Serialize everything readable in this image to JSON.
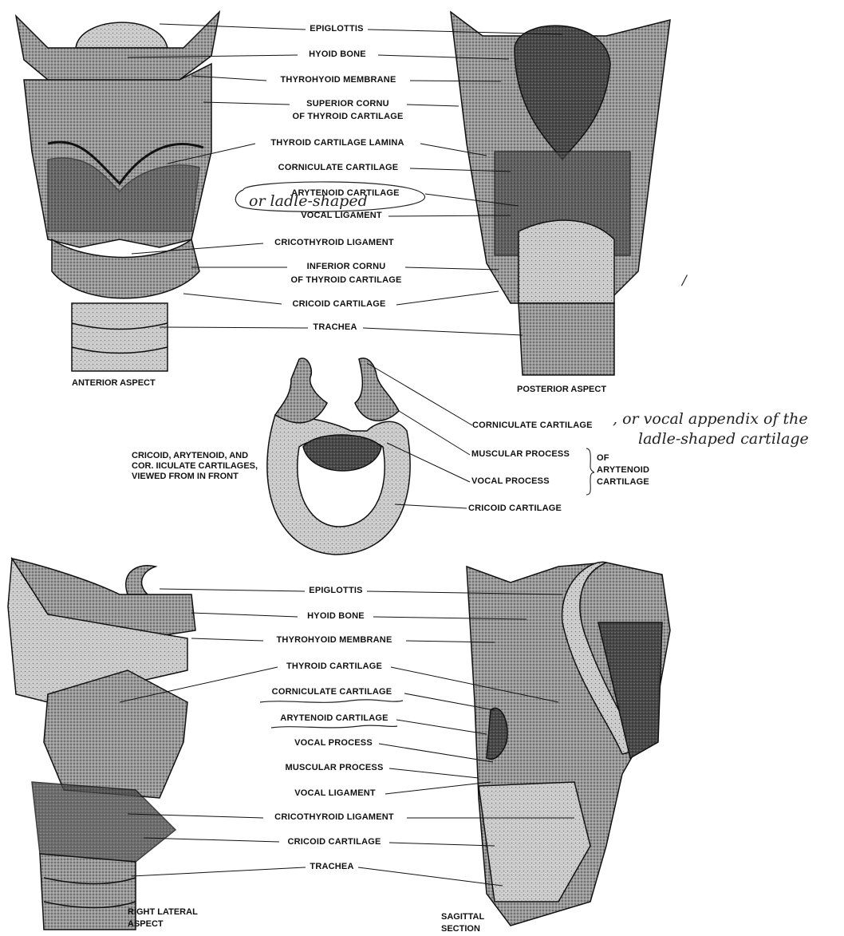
{
  "anterior": {
    "caption": "ANTERIOR ASPECT",
    "labels": {
      "epiglottis": "EPIGLOTTIS",
      "hyoid": "HYOID BONE",
      "thyrohyoid": "THYROHYOID MEMBRANE",
      "superior_cornu_1": "SUPERIOR CORNU",
      "superior_cornu_2": "OF THYROID CARTILAGE",
      "lamina": "THYROID CARTILAGE LAMINA",
      "corniculate": "CORNICULATE CARTILAGE",
      "arytenoid": "ARYTENOID CARTILAGE",
      "vocal_ligament": "VOCAL LIGAMENT",
      "cricothyroid": "CRICOTHYROID LIGAMENT",
      "inferior_cornu_1": "INFERIOR CORNU",
      "inferior_cornu_2": "OF THYROID CARTILAGE",
      "cricoid": "CRICOID CARTILAGE",
      "trachea": "TRACHEA"
    }
  },
  "posterior": {
    "caption": "POSTERIOR ASPECT"
  },
  "middle": {
    "caption": "CRICOID, ARYTENOID, AND COR. IICULATE CARTILAGES, VIEWED FROM IN FRONT",
    "labels": {
      "corniculate": "CORNICULATE CARTILAGE",
      "muscular": "MUSCULAR PROCESS",
      "vocal": "VOCAL PROCESS",
      "of_arytenoid_1": "OF",
      "of_arytenoid_2": "ARYTENOID",
      "of_arytenoid_3": "CARTILAGE",
      "cricoid": "CRICOID CARTILAGE"
    }
  },
  "lateral": {
    "caption_1": "RIGHT LATERAL",
    "caption_2": "ASPECT",
    "labels": {
      "epiglottis": "EPIGLOTTIS",
      "hyoid": "HYOID BONE",
      "thyrohyoid": "THYROHYOID MEMBRANE",
      "thyroid": "THYROID CARTILAGE",
      "corniculate": "CORNICULATE CARTILAGE",
      "arytenoid": "ARYTENOID CARTILAGE",
      "vocal_process": "VOCAL PROCESS",
      "muscular_process": "MUSCULAR PROCESS",
      "vocal_ligament": "VOCAL LIGAMENT",
      "cricothyroid": "CRICOTHYROID LIGAMENT",
      "cricoid": "CRICOID CARTILAGE",
      "trachea": "TRACHEA"
    }
  },
  "sagittal": {
    "caption_1": "SAGITTAL",
    "caption_2": "SECTION"
  },
  "handwriting": {
    "ladle": "or ladle-shaped",
    "appendix_1": ", or vocal appendix of the",
    "appendix_2": "ladle-shaped cartilage",
    "stray_mark": "/"
  },
  "colors": {
    "ink": "#111111",
    "shade_dark": "#3a3a3a",
    "shade_mid": "#8a8a8a",
    "shade_light": "#c8c8c8",
    "paper": "#ffffff"
  }
}
